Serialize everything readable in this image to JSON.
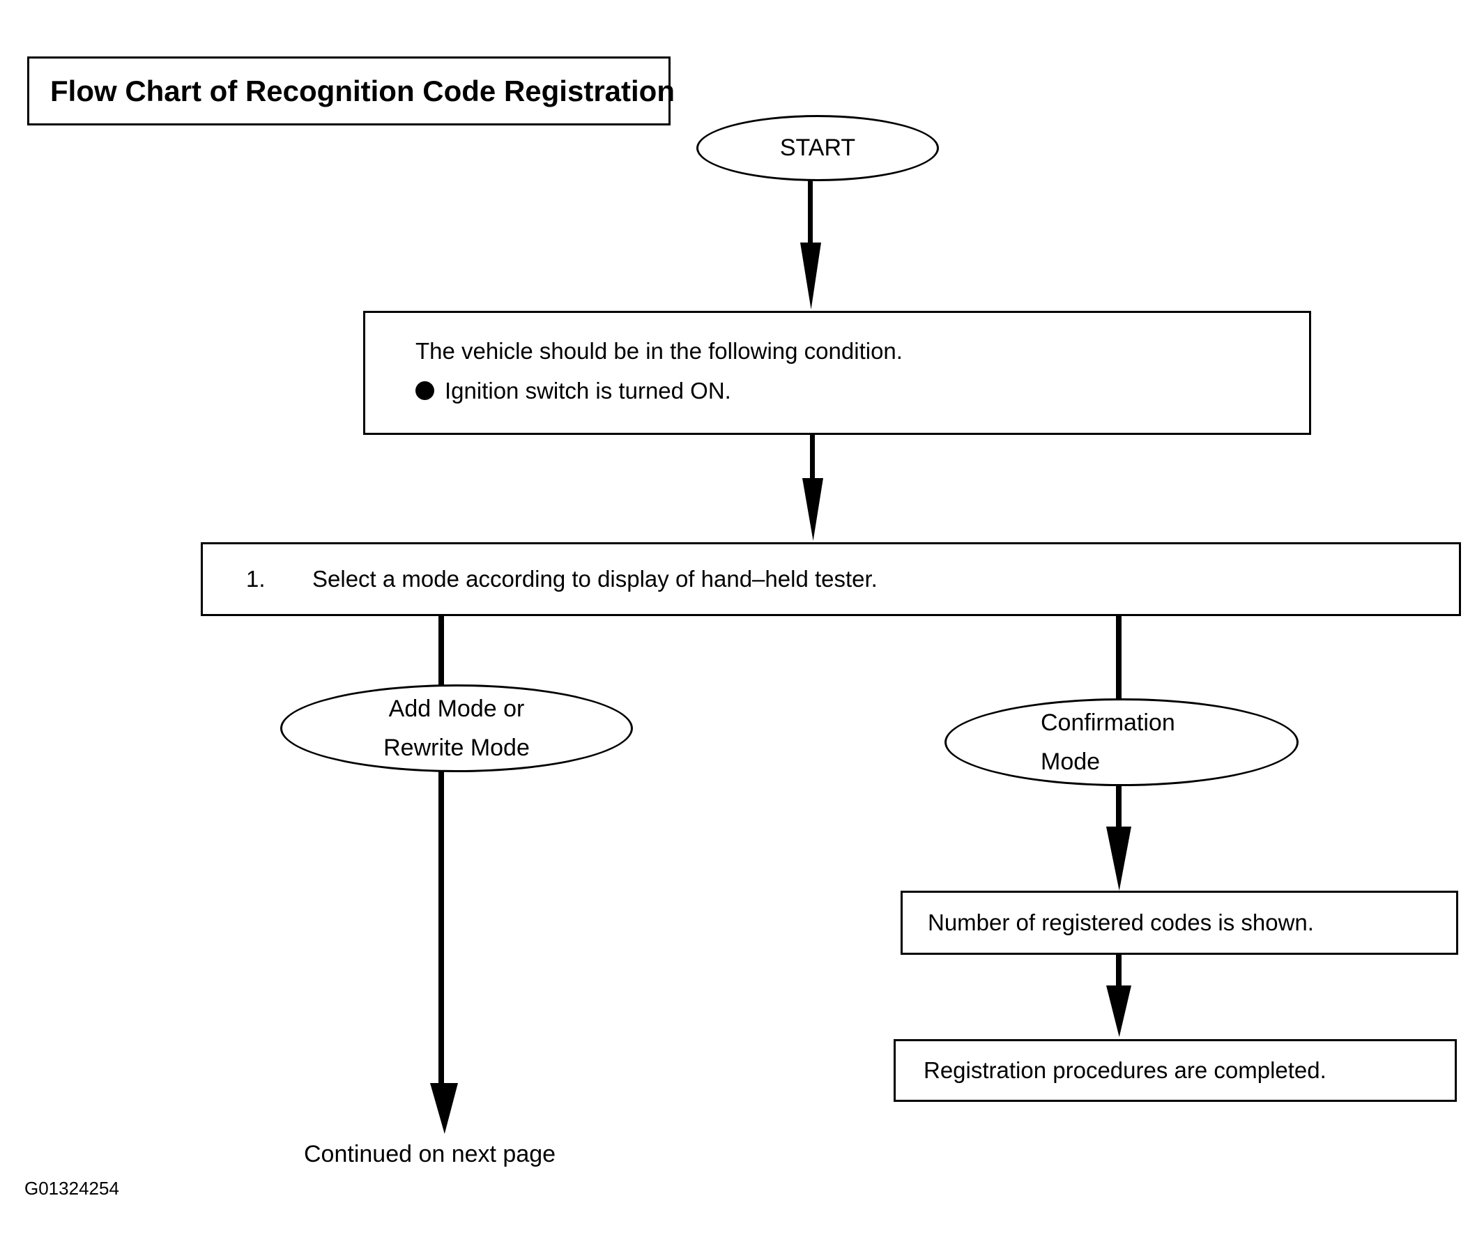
{
  "title": "Flow Chart of Recognition Code Registration",
  "figure_code": "G01324254",
  "colors": {
    "ink": "#000000",
    "paper": "#ffffff"
  },
  "nodes": {
    "start": {
      "label": "START"
    },
    "condition": {
      "line1": "The vehicle should be in the following condition.",
      "line2": "Ignition switch is turned ON."
    },
    "select_mode": {
      "number": "1.",
      "label": "Select a mode according to display of hand–held tester."
    },
    "add_rewrite": {
      "line1": "Add Mode or",
      "line2": "Rewrite Mode"
    },
    "confirmation": {
      "line1": "Confirmation",
      "line2": "Mode"
    },
    "codes_shown": {
      "label": "Number of registered codes is shown."
    },
    "completed": {
      "label": "Registration procedures are completed."
    },
    "continued_note": {
      "label": "Continued on next page"
    }
  }
}
